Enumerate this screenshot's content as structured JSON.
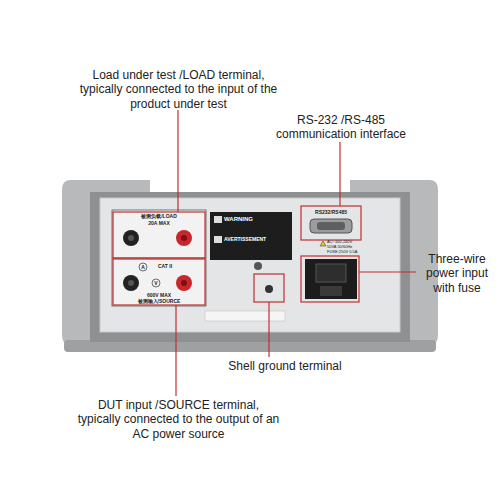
{
  "diagram": {
    "labels": [
      "Load under test /LOAD terminal, typically connected to the input of the product under test",
      "RS-232 /RS-485 communication interface",
      "Three-wire power input with fuse",
      "Shell ground terminal",
      "DUT input /SOURCE terminal, typically connected to the output of an AC power source",
      "被测负载/LOAD",
      "20A MAX",
      "A",
      "CAT II",
      "V",
      "600V MAX",
      "被测输入/SOURCE",
      "WARNING",
      "AVERTISSEMENT",
      "RS232/RS485",
      "AC~100-240V",
      "50VA 50/60Hz",
      "FUSE:250V 0.5A"
    ]
  }
}
